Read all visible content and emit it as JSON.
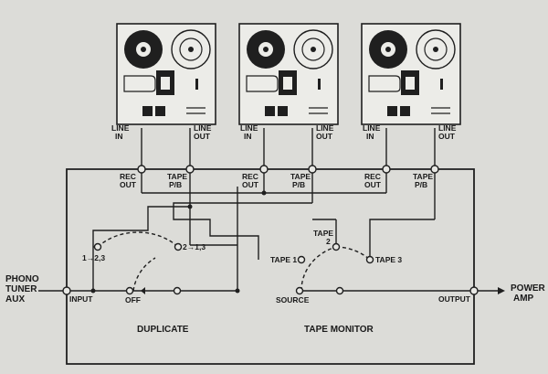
{
  "decks": [
    {
      "line_in": "LINE\nIN",
      "line_out": "LINE\nOUT"
    },
    {
      "line_in": "LINE\nIN",
      "line_out": "LINE\nOUT"
    },
    {
      "line_in": "LINE\nIN",
      "line_out": "LINE\nOUT"
    }
  ],
  "labels": {
    "rec_out": "REC\nOUT",
    "tape_pb": "TAPE\nP/B",
    "phono": "PHONO\nTUNER\nAUX",
    "input": "INPUT",
    "off": "OFF",
    "sw_123": "1→2,3",
    "sw_213": "2→1,3",
    "tape1": "TAPE 1",
    "tape2": "TAPE\n2",
    "tape3": "TAPE 3",
    "source": "SOURCE",
    "output": "OUTPUT",
    "power_amp": "POWER\nAMP",
    "duplicate": "DUPLICATE",
    "tape_monitor": "TAPE MONITOR"
  }
}
